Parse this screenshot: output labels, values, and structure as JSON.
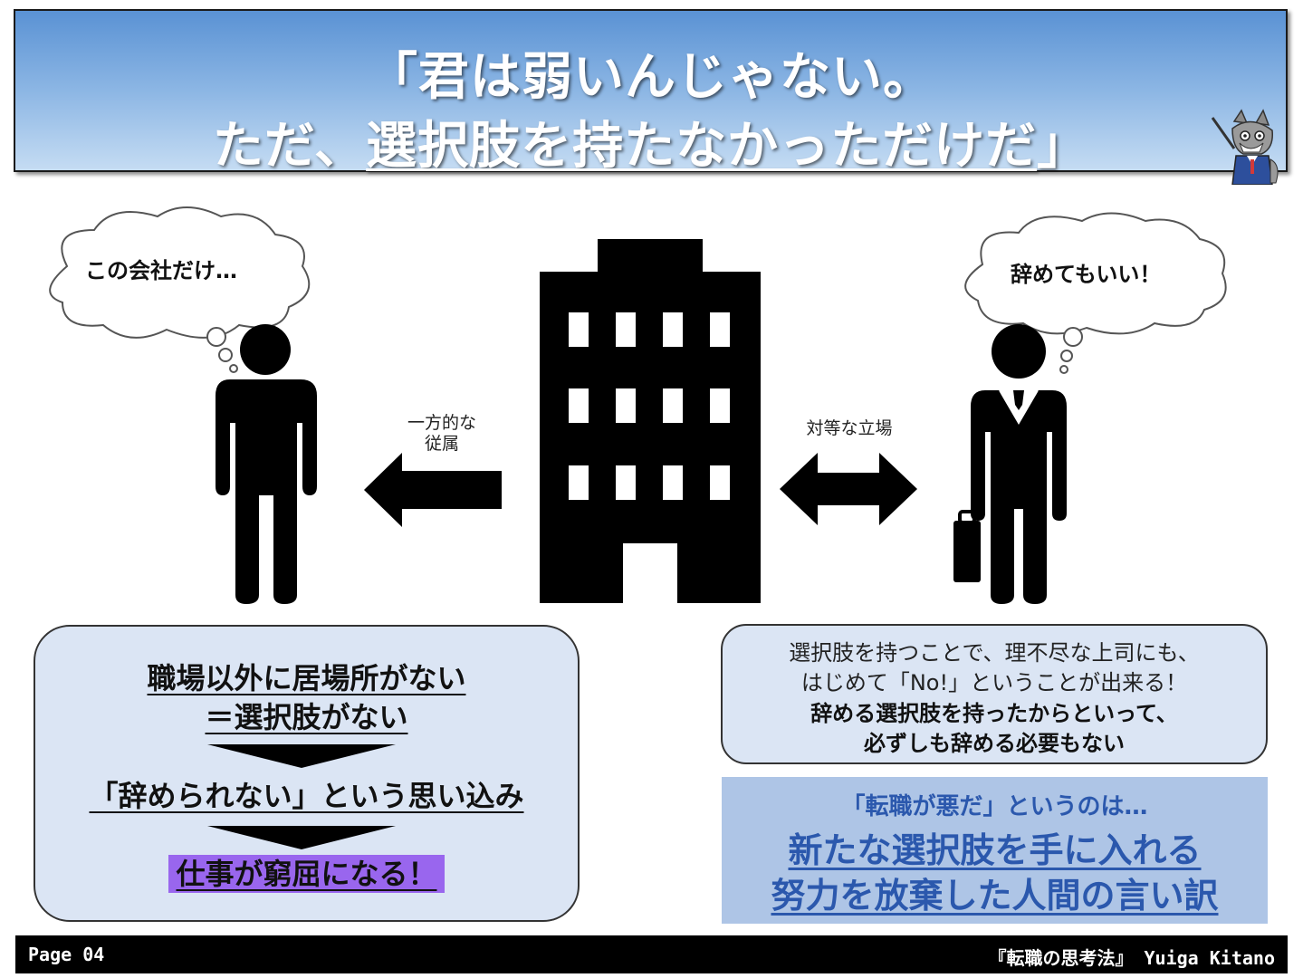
{
  "title": {
    "line1": "「君は弱いんじゃない。",
    "line2_prefix": "ただ、",
    "line2_underlined": "選択肢を持たなかっただけだ",
    "line2_suffix": "」"
  },
  "left_person": {
    "thought": "この会社だけ…"
  },
  "right_person": {
    "thought": "辞めてもいい！"
  },
  "left_arrow_label": [
    "一方的な",
    "従属"
  ],
  "right_arrow_label": "対等な立場",
  "left_box": {
    "line1": "職場以外に居場所がない",
    "line2": "＝選択肢がない",
    "line3": "「辞められない」という思い込み",
    "line4": "仕事が窮屈になる！",
    "highlight_color": "#9966ee"
  },
  "right_box": {
    "line1": "選択肢を持つことで、理不尽な上司にも、",
    "line2": "はじめて「No!」ということが出来る！",
    "line3": "辞める選択肢を持ったからといって、",
    "line4": "必ずしも辞める必要もない"
  },
  "note_box": {
    "line1": "「転職が悪だ」というのは…",
    "line2": "新たな選択肢を手に入れる",
    "line3": "努力を放棄した人間の言い訳",
    "text_color": "#2b58ad",
    "bg_color": "#aec5e6"
  },
  "footer": {
    "page": "Page 04",
    "credit": "『転職の思考法』 Yuiga Kitano"
  }
}
